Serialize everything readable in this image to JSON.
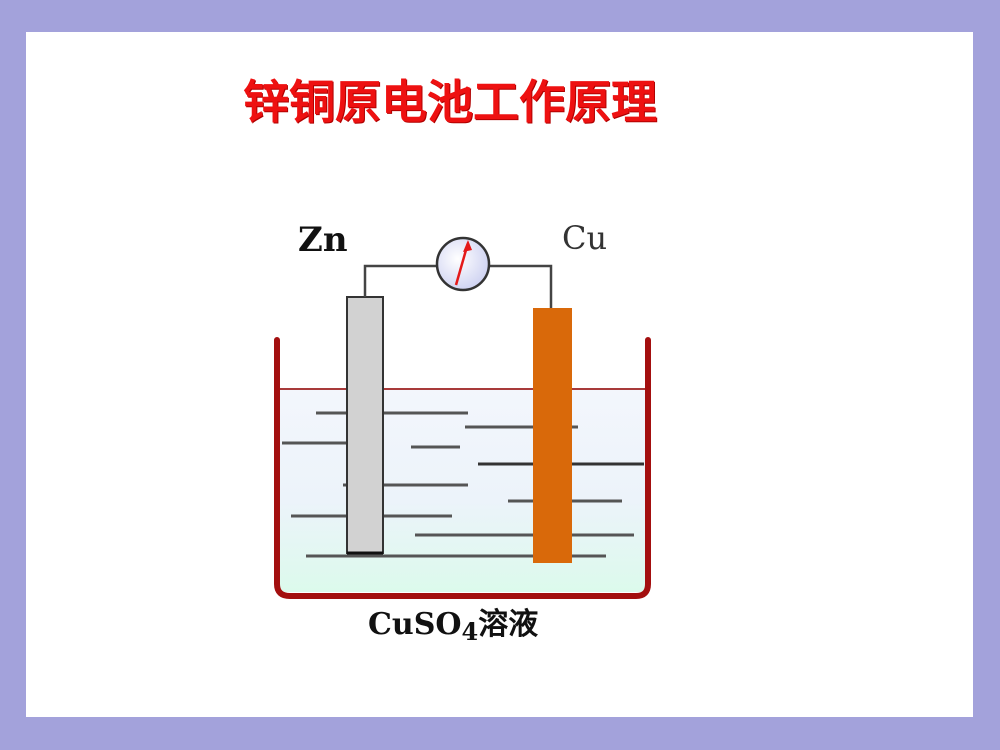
{
  "slide": {
    "title": "锌铜原电池工作原理",
    "background_color": "#a3a2db",
    "panel_color": "#ffffff",
    "title_color": "#ee1111"
  },
  "diagram": {
    "anode": {
      "label": "Zn",
      "color": "#d2d2d2"
    },
    "cathode": {
      "label": "Cu",
      "color": "#d9690a"
    },
    "meter": {
      "icon": "galvanometer-icon"
    },
    "solution": {
      "formula_main": "CuSO",
      "formula_sub": "4",
      "suffix": "溶液",
      "color": "#e6f4f9"
    },
    "beaker_color": "#a30f0f"
  }
}
